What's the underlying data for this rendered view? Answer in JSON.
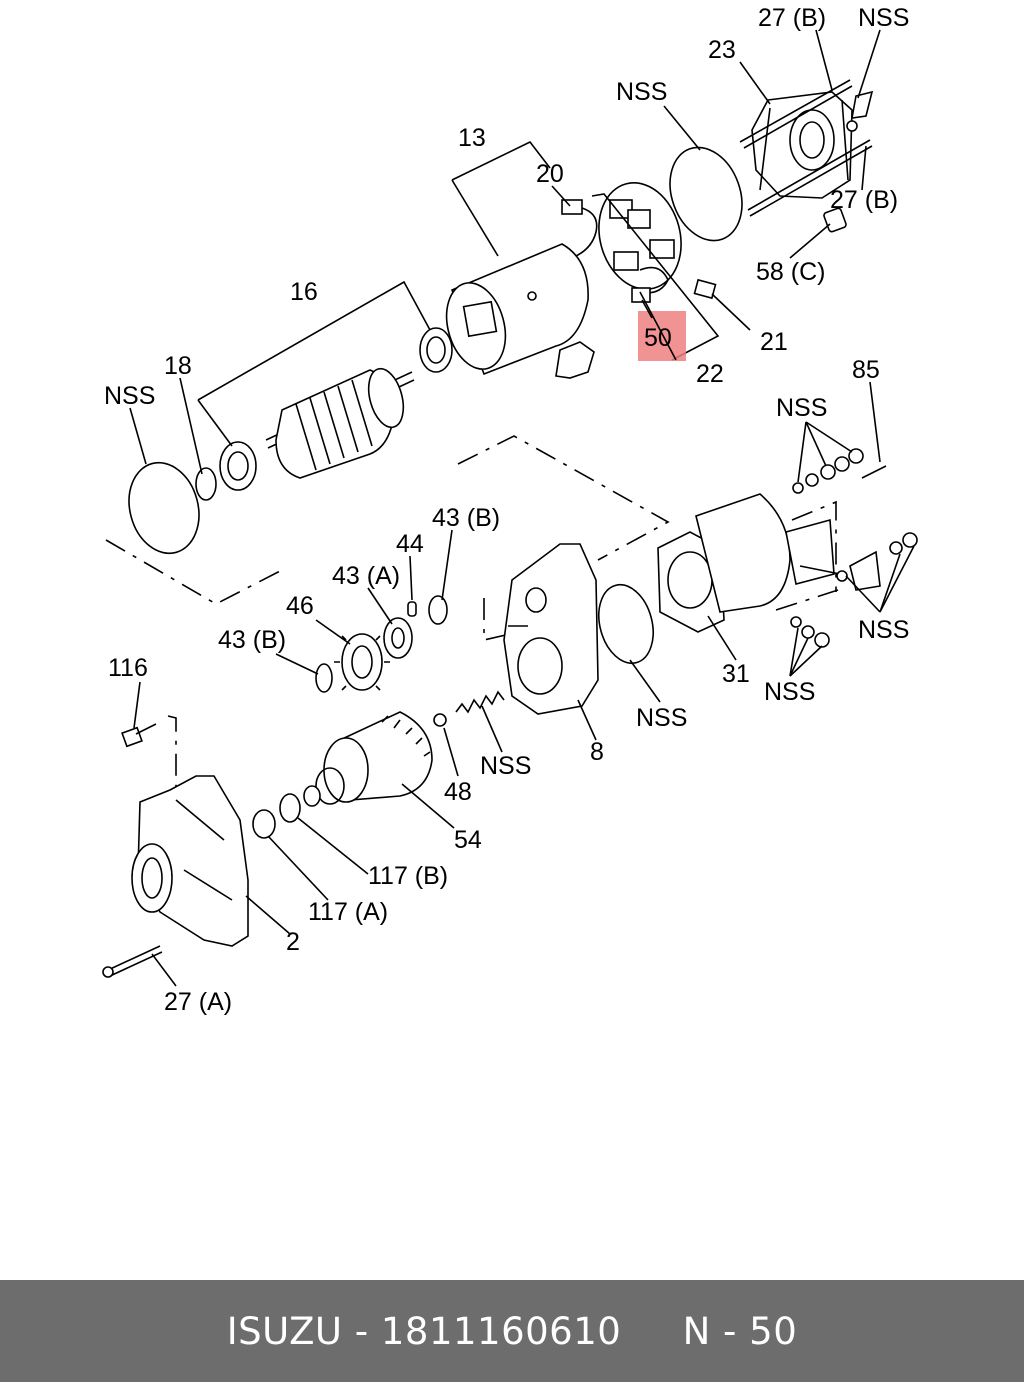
{
  "labels": {
    "l27b_top": "27 (B)",
    "nss_top": "NSS",
    "l23": "23",
    "nss_seal": "NSS",
    "l13": "13",
    "l20": "20",
    "l27b_mid": "27 (B)",
    "l58c": "58 (C)",
    "l16": "16",
    "l21": "21",
    "l50": "50",
    "l22": "22",
    "l18": "18",
    "nss_left": "NSS",
    "l85": "85",
    "nss_nuts": "NSS",
    "l43b_top": "43 (B)",
    "l44": "44",
    "l43a": "43 (A)",
    "l46": "46",
    "l43b_left": "43 (B)",
    "nss_right": "NSS",
    "l31": "31",
    "nss_bottom": "NSS",
    "l116": "116",
    "nss_gasket": "NSS",
    "l8": "8",
    "nss_spring": "NSS",
    "l48": "48",
    "l54": "54",
    "l117b": "117 (B)",
    "l117a": "117 (A)",
    "l2": "2",
    "l27a": "27 (A)"
  },
  "highlight": {
    "part": "50",
    "color": "#f08080"
  },
  "footer": {
    "brand": "ISUZU",
    "separator": " - ",
    "part_number": "1811160610",
    "position": "N - 50",
    "background": "#6d6d6d"
  }
}
